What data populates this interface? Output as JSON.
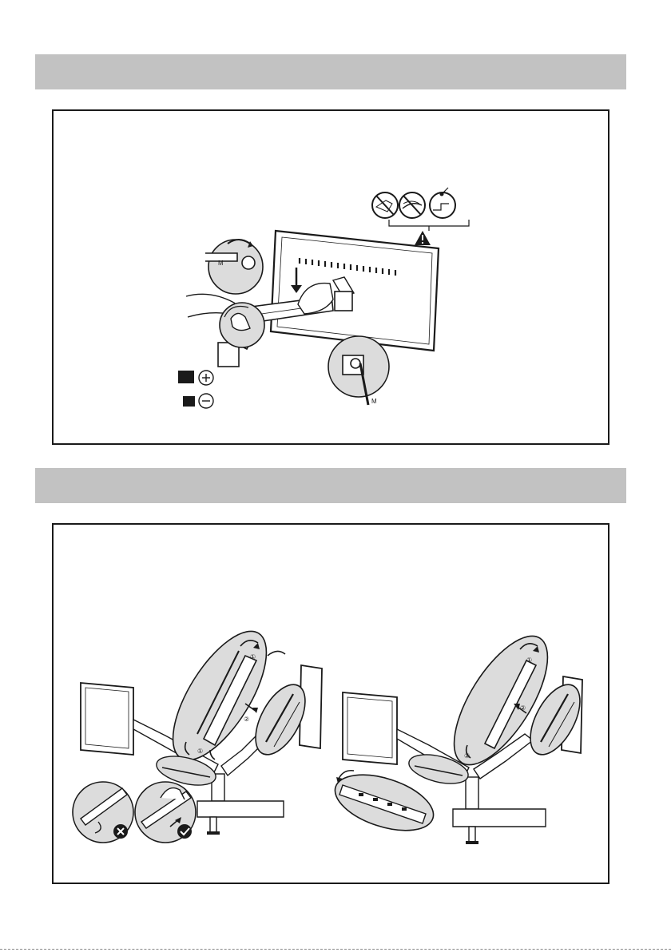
{
  "step1": {
    "tool_label_top": "M",
    "tool_label_bottom": "M"
  },
  "step2": {
    "left_scene": {
      "step_numbers": [
        "①",
        "②",
        "①"
      ]
    },
    "right_scene": {
      "step_numbers": [
        "①",
        "②",
        "①"
      ]
    }
  },
  "colors": {
    "band": "#c2c2c2",
    "ink": "#1a1a1a",
    "zoom_fill": "#dcdcdc"
  }
}
